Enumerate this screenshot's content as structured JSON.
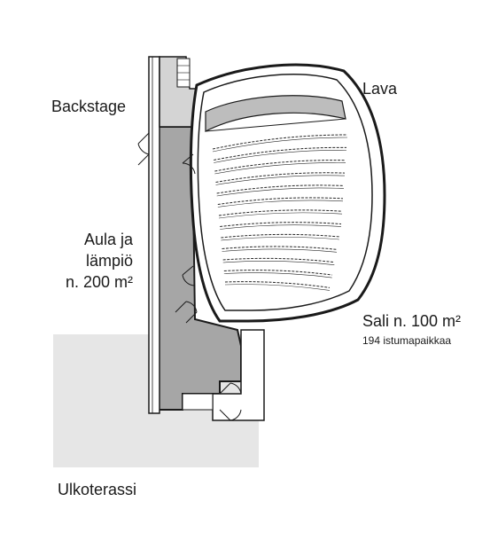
{
  "labels": {
    "backstage": "Backstage",
    "lava": "Lava",
    "aula_line1": "Aula ja",
    "aula_line2": "lämpiö",
    "aula_line3": "n. 200 m²",
    "sali_line1": "Sali n. 100 m²",
    "sali_line2": "194 istumapaikkaa",
    "ulkoterassi": "Ulkoterassi"
  },
  "colors": {
    "terrace_fill": "#e6e6e6",
    "lobby_fill": "#a6a6a6",
    "stage_fill": "#bdbdbd",
    "backstage_fill": "#d4d4d4",
    "wall": "#1a1a1a",
    "seat": "#2a2a2a"
  },
  "seating": {
    "total_seats": 194
  }
}
